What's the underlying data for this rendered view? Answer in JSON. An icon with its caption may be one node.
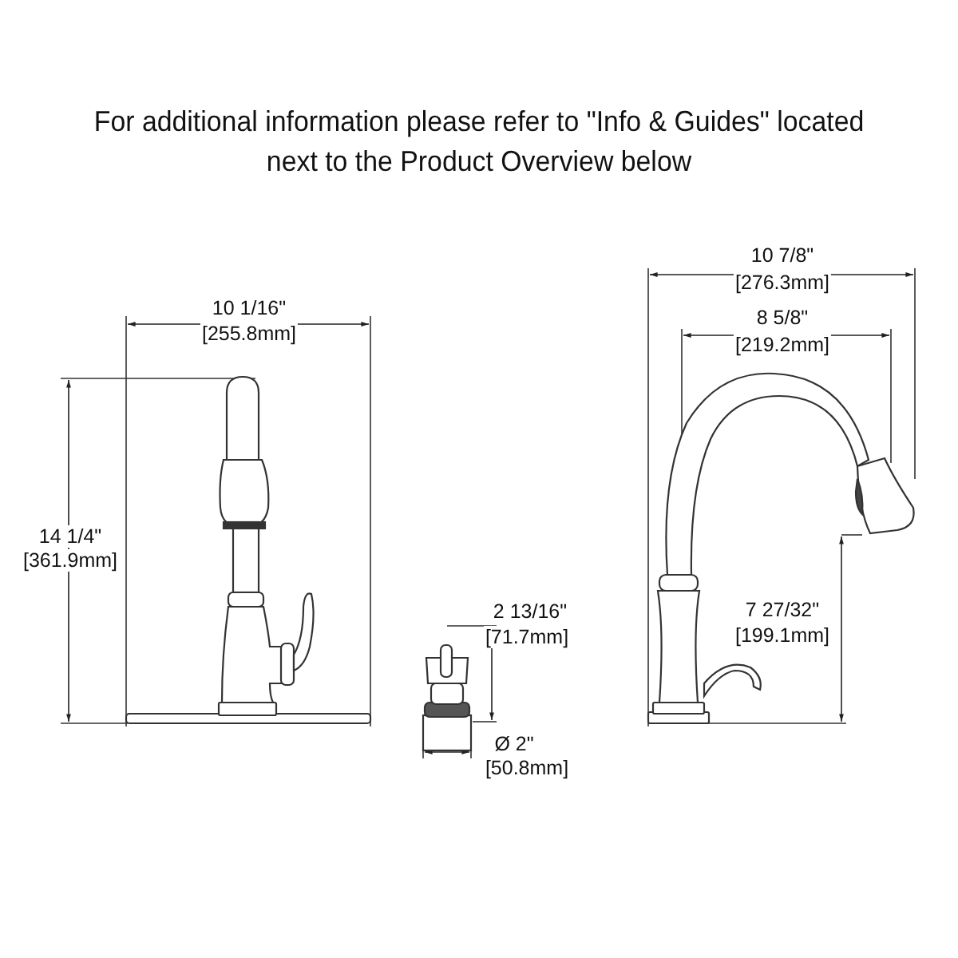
{
  "diagram": {
    "title": "For additional information please refer to \"Info & Guides\" located next to the Product Overview below",
    "labels": [
      "10 7/8\"",
      "[276.3mm]",
      "10 1/16\"",
      "[255.8mm]",
      "8 5/8\"",
      "[219.2mm]",
      "14 1/4\"",
      "[361.9mm]",
      "7 27/32\"",
      "[199.1mm]",
      "2 13/16\"",
      "[71.7mm]",
      "Ø 2\"",
      "[50.8mm]"
    ]
  }
}
